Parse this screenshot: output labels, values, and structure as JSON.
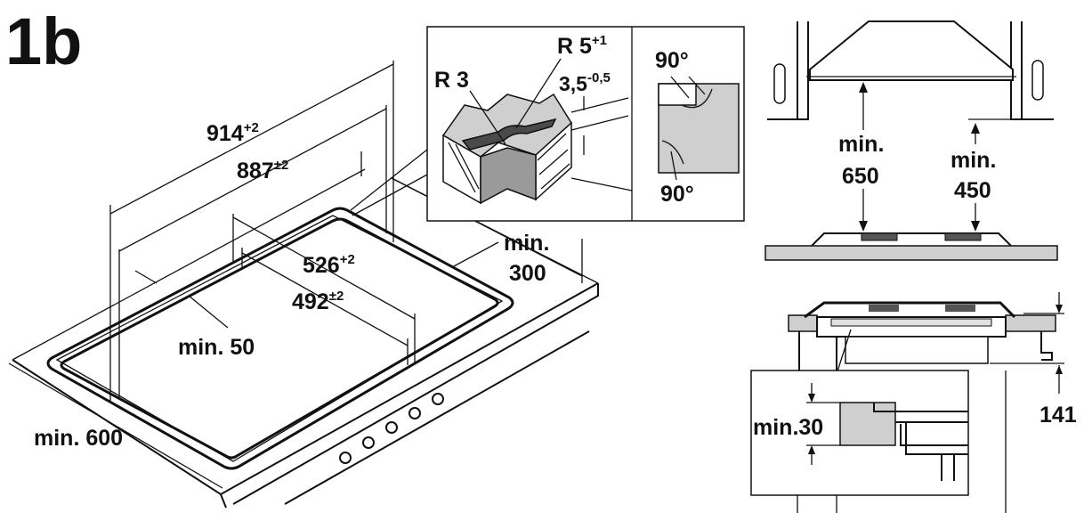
{
  "figure": {
    "label": "1b"
  },
  "dimensions": {
    "overall_width": {
      "value": "914",
      "tolerance": "+2"
    },
    "cutout_width": {
      "value": "887",
      "tolerance": "±2"
    },
    "overall_depth": {
      "value": "526",
      "tolerance": "+2"
    },
    "cutout_depth": {
      "value": "492",
      "tolerance": "±2"
    },
    "rear_clearance": {
      "line1": "min.",
      "line2": "300"
    },
    "front_edge": "min. 50",
    "worktop_depth": "min. 600"
  },
  "corner_detail": {
    "outer_radius": {
      "value": "R 5",
      "tolerance": "+1"
    },
    "inner_radius": "R 3",
    "rebate_depth": {
      "value": "3,5",
      "tolerance": "-0,5"
    },
    "angle_top": "90°",
    "angle_bottom": "90°"
  },
  "hood_clearance": {
    "hood_to_hob": {
      "line1": "min.",
      "line2": "650"
    },
    "cabinet_to_hob": {
      "line1": "min.",
      "line2": "450"
    }
  },
  "section_detail": {
    "height": "141",
    "gap": "min.30"
  }
}
